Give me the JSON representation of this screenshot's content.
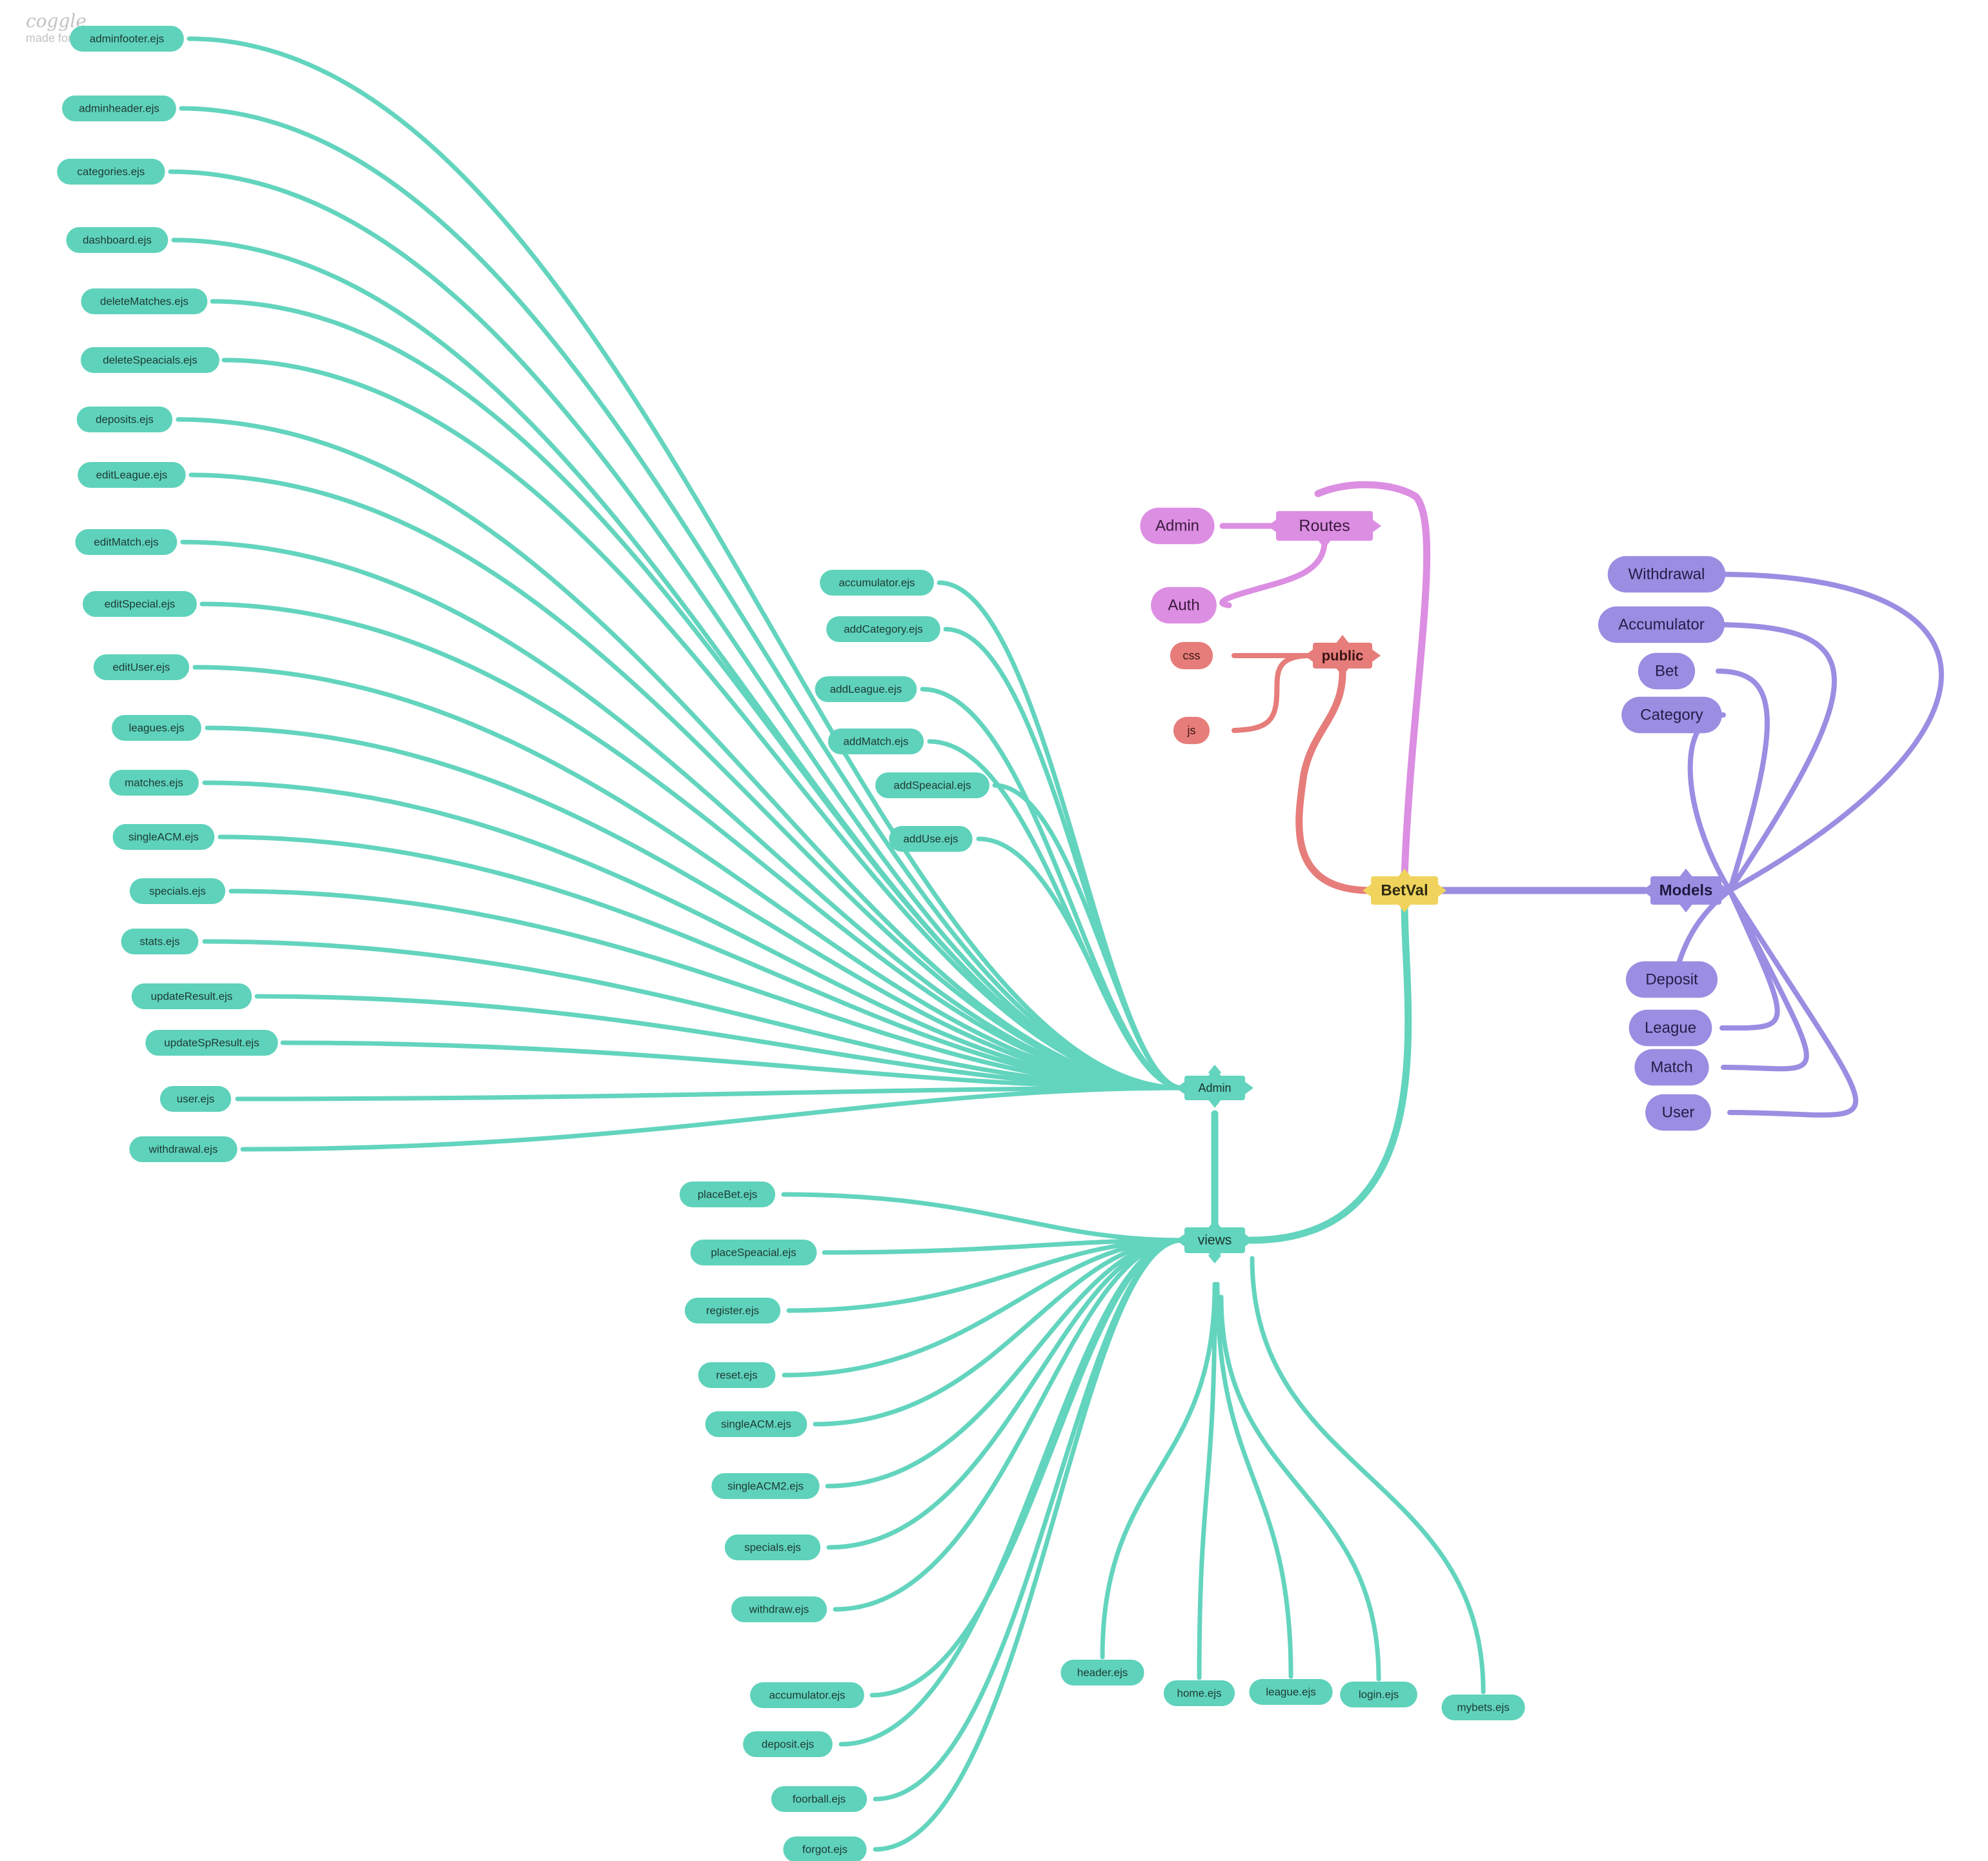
{
  "watermark": {
    "logo": "coggle",
    "tagline": "made for free at coggle.it"
  },
  "colors": {
    "teal": "#63d4be",
    "teal_pill": "#5fd2bb",
    "pink": "#dc8ee2",
    "red": "#e67d7a",
    "purple": "#9b8de2",
    "yellow": "#efd35c"
  },
  "mindmap": {
    "root": "BetVal",
    "branches": {
      "routes": {
        "label": "Routes",
        "children": [
          "Admin",
          "Auth"
        ]
      },
      "public": {
        "label": "public",
        "children": [
          "css",
          "js"
        ]
      },
      "models": {
        "label": "Models",
        "children": [
          "Withdrawal",
          "Accumulator",
          "Bet",
          "Category",
          "Deposit",
          "League",
          "Match",
          "User"
        ]
      },
      "views": {
        "label": "views",
        "admin": {
          "label": "Admin",
          "children": [
            "adminfooter.ejs",
            "adminheader.ejs",
            "categories.ejs",
            "dashboard.ejs",
            "deleteMatches.ejs",
            "deleteSpeacials.ejs",
            "deposits.ejs",
            "editLeague.ejs",
            "editMatch.ejs",
            "editSpecial.ejs",
            "editUser.ejs",
            "leagues.ejs",
            "matches.ejs",
            "singleACM.ejs",
            "specials.ejs",
            "stats.ejs",
            "updateResult.ejs",
            "updateSpResult.ejs",
            "user.ejs",
            "withdrawal.ejs",
            "accumulator.ejs",
            "addCategory.ejs",
            "addLeague.ejs",
            "addMatch.ejs",
            "addSpeacial.ejs",
            "addUse.ejs"
          ]
        },
        "children": [
          "placeBet.ejs",
          "placeSpeacial.ejs",
          "register.ejs",
          "reset.ejs",
          "singleACM.ejs",
          "singleACM2.ejs",
          "specials.ejs",
          "withdraw.ejs",
          "accumulator.ejs",
          "deposit.ejs",
          "foorball.ejs",
          "forgot.ejs",
          "header.ejs",
          "home.ejs",
          "league.ejs",
          "login.ejs",
          "mybets.ejs"
        ]
      }
    }
  }
}
